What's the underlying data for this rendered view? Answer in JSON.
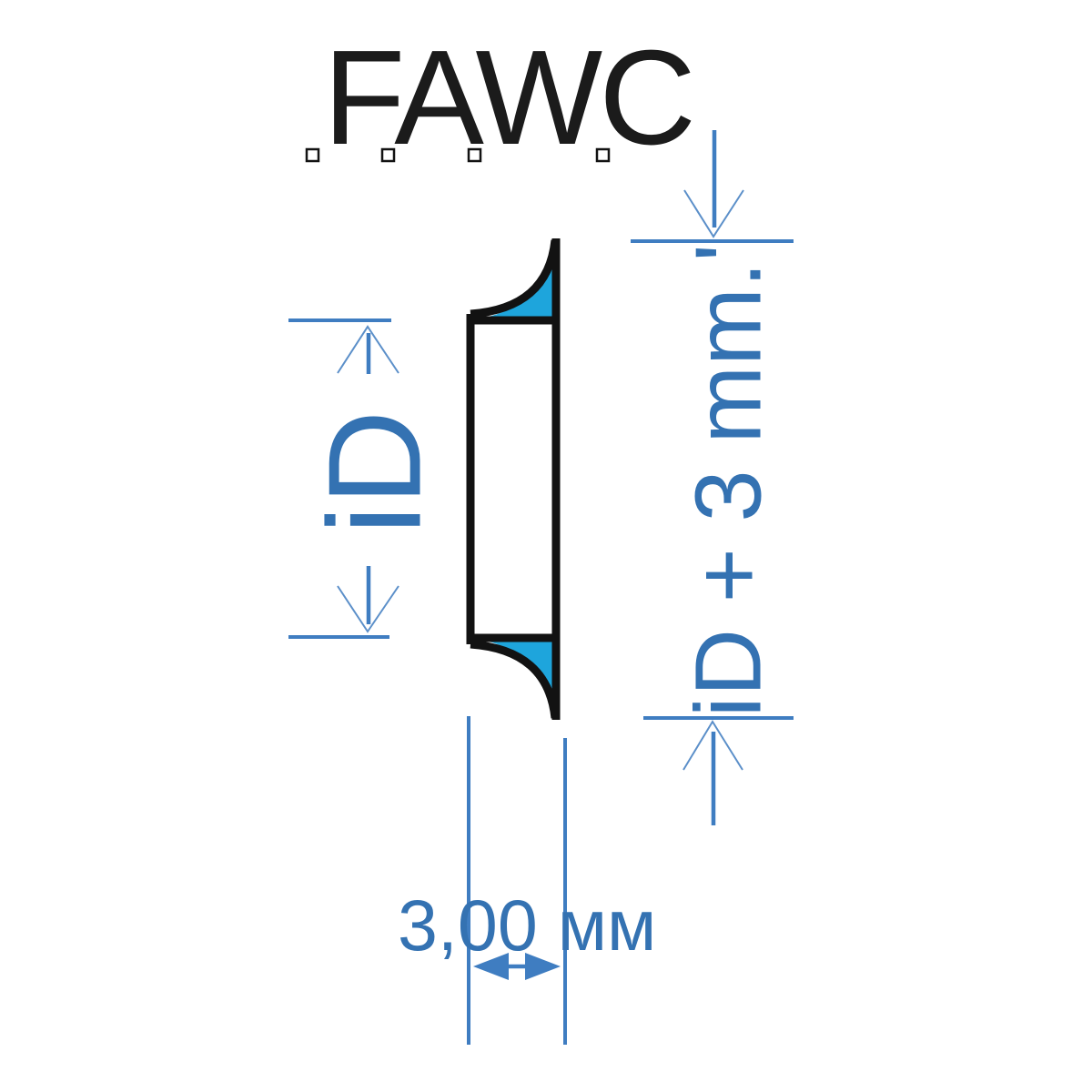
{
  "title": {
    "text": "FAWC"
  },
  "drawing": {
    "left_dimension_label": "iD",
    "right_dimension_label": "iD + 3 mm.'",
    "bottom_dimension_label": "3,00 мм"
  },
  "colors": {
    "accent_cyan": "#1EA5DC",
    "dimension_blue": "#3F7DC1",
    "dimension_leg_blue": "#5B8FC9",
    "text_blue": "#3472B2",
    "outline_black": "#121212"
  }
}
